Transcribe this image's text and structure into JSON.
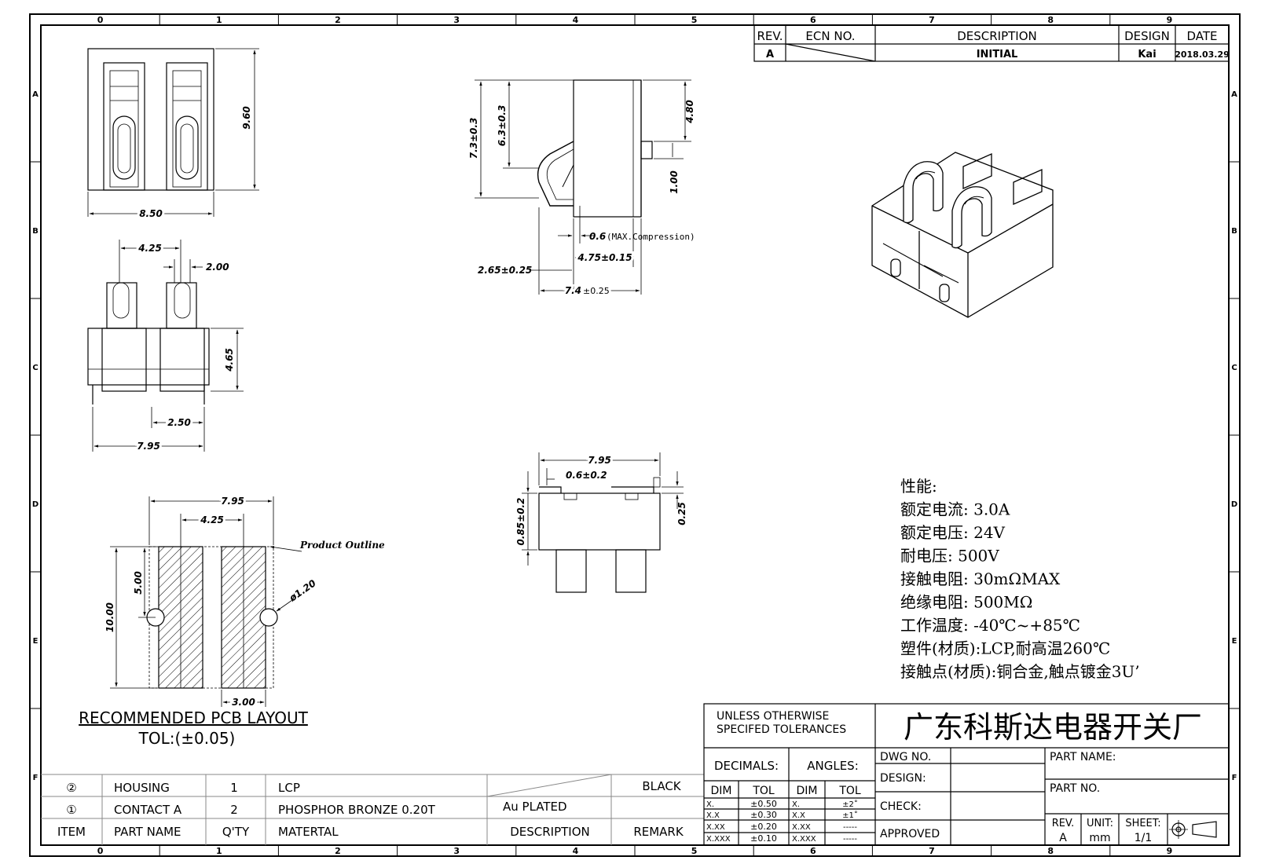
{
  "frame": {
    "columns_top": [
      "0",
      "1",
      "2",
      "3",
      "4",
      "5",
      "6",
      "7",
      "8",
      "9"
    ],
    "columns_bottom": [
      "0",
      "1",
      "2",
      "3",
      "4",
      "5",
      "6",
      "7",
      "8",
      "9"
    ],
    "rows": [
      "A",
      "B",
      "C",
      "D",
      "E",
      "F"
    ]
  },
  "revision_block": {
    "headers": {
      "rev": "REV.",
      "ecn": "ECN  NO.",
      "description": "DESCRIPTION",
      "design": "DESIGN",
      "date": "DATE"
    },
    "row": {
      "rev": "A",
      "description": "INITIAL",
      "design": "Kai",
      "date": "2018.03.29"
    }
  },
  "dims": {
    "top_width": "8.50",
    "top_height": "9.60",
    "front_spacing": "4.25",
    "front_pin": "2.00",
    "front_height": "4.65",
    "front_pitch": "2.50",
    "front_width": "7.95",
    "side_total_h": "7.3±0.3",
    "side_contact_h": "6.3±0.3",
    "side_body_h": "4.80",
    "side_pin_h": "1.00",
    "side_comp_val": "0.6",
    "side_comp_note": "(MAX.Compression)",
    "side_offset": "4.75±0.15",
    "side_contact_x": "2.65±0.25",
    "side_total_w_val": "7.4",
    "side_total_w_tol": "±0.25",
    "bottom_width": "7.95",
    "bottom_tab": "0.6±0.2",
    "bottom_height": "0.85±0.2",
    "bottom_thk": "0.25",
    "pcb_width": "7.95",
    "pcb_spacing": "4.25",
    "pcb_half": "5.00",
    "pcb_len": "10.00",
    "pcb_pad": "3.00",
    "pcb_hole": "ø1.20",
    "product_outline": "Product Outline"
  },
  "pcb_layout": {
    "title": "RECOMMENDED  PCB  LAYOUT",
    "tol": "TOL:(±0.05)"
  },
  "specs": [
    "性能:",
    "额定电流: 3.0A",
    "额定电压: 24V",
    "耐电压: 500V",
    "接触电阻: 30mΩMAX",
    "绝缘电阻: 500MΩ",
    "工作温度: -40℃~+85℃",
    "塑件(材质):LCP,耐高温260℃",
    "接触点(材质):铜合金,触点镀金3U’"
  ],
  "bom": {
    "rows": [
      {
        "item": "②",
        "name": "HOUSING",
        "qty": "1",
        "material": "LCP",
        "description": "",
        "remark": "BLACK"
      },
      {
        "item": "①",
        "name": "CONTACT A",
        "qty": "2",
        "material": "PHOSPHOR  BRONZE  0.20T",
        "description": "Au  PLATED",
        "remark": ""
      }
    ],
    "header": {
      "item": "ITEM",
      "name": "PART  NAME",
      "qty": "Q'TY",
      "material": "MATERTAL",
      "description": "DESCRIPTION",
      "remark": "REMARK"
    }
  },
  "title_block": {
    "tolerance_title_1": "UNLESS  OTHERWISE",
    "tolerance_title_2": "SPECIFED  TOLERANCES",
    "company": "广东科斯达电器开关厂",
    "decimals": "DECIMALS:",
    "angles": "ANGLES:",
    "dim": "DIM",
    "tol": "TOL",
    "decimal_rows": [
      [
        "X.",
        "±0.50"
      ],
      [
        "X.X",
        "±0.30"
      ],
      [
        "X.XX",
        "±0.20"
      ],
      [
        "X.XXX",
        "±0.10"
      ]
    ],
    "angle_rows": [
      [
        "X.",
        "±2˚"
      ],
      [
        "X.X",
        "±1˚"
      ],
      [
        "X.XX",
        "-----"
      ],
      [
        "X.XXX",
        "-----"
      ]
    ],
    "dwg_no": "DWG  NO.",
    "design": "DESIGN:",
    "check": "CHECK:",
    "approved": "APPROVED",
    "part_name": "PART  NAME:",
    "part_no": "PART  NO.",
    "rev_label": "REV.",
    "rev_value": "A",
    "unit_label": "UNIT:",
    "unit_value": "mm",
    "sheet_label": "SHEET:",
    "sheet_value": "1/1"
  }
}
